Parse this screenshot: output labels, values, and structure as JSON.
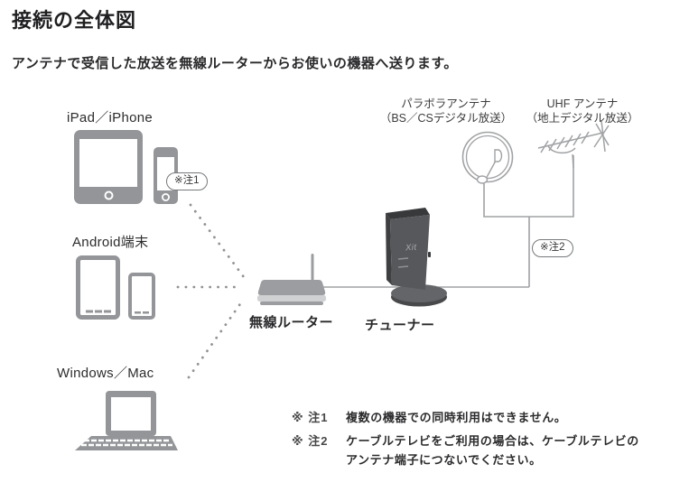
{
  "page": {
    "title": "接続の全体図",
    "subtitle": "アンテナで受信した放送を無線ルーターからお使いの機器へ送ります。"
  },
  "devices": {
    "ios_label": "iPad／iPhone",
    "android_label": "Android端末",
    "pc_label": "Windows／Mac"
  },
  "hub": {
    "router_label": "無線ルーター",
    "tuner_label": "チューナー",
    "tuner_logo": "Xit"
  },
  "antennas": {
    "parabola_name": "パラボラアンテナ",
    "parabola_desc": "（BS／CSデジタル放送）",
    "uhf_name": "UHF アンテナ",
    "uhf_desc": "（地上デジタル放送）"
  },
  "callouts": {
    "note1": "※注1",
    "note2": "※注2"
  },
  "footnotes": [
    {
      "marker": "※ 注1",
      "text": "複数の機器での同時利用はできません。"
    },
    {
      "marker": "※ 注2",
      "text": "ケーブルテレビをご利用の場合は、ケーブルテレビの\nアンテナ端子につないでください。"
    }
  ],
  "colors": {
    "body_text": "#2b2b2d",
    "diagram_line": "#a0a2a4",
    "device_icon": "#939598",
    "tuner_body": "#57585b"
  }
}
